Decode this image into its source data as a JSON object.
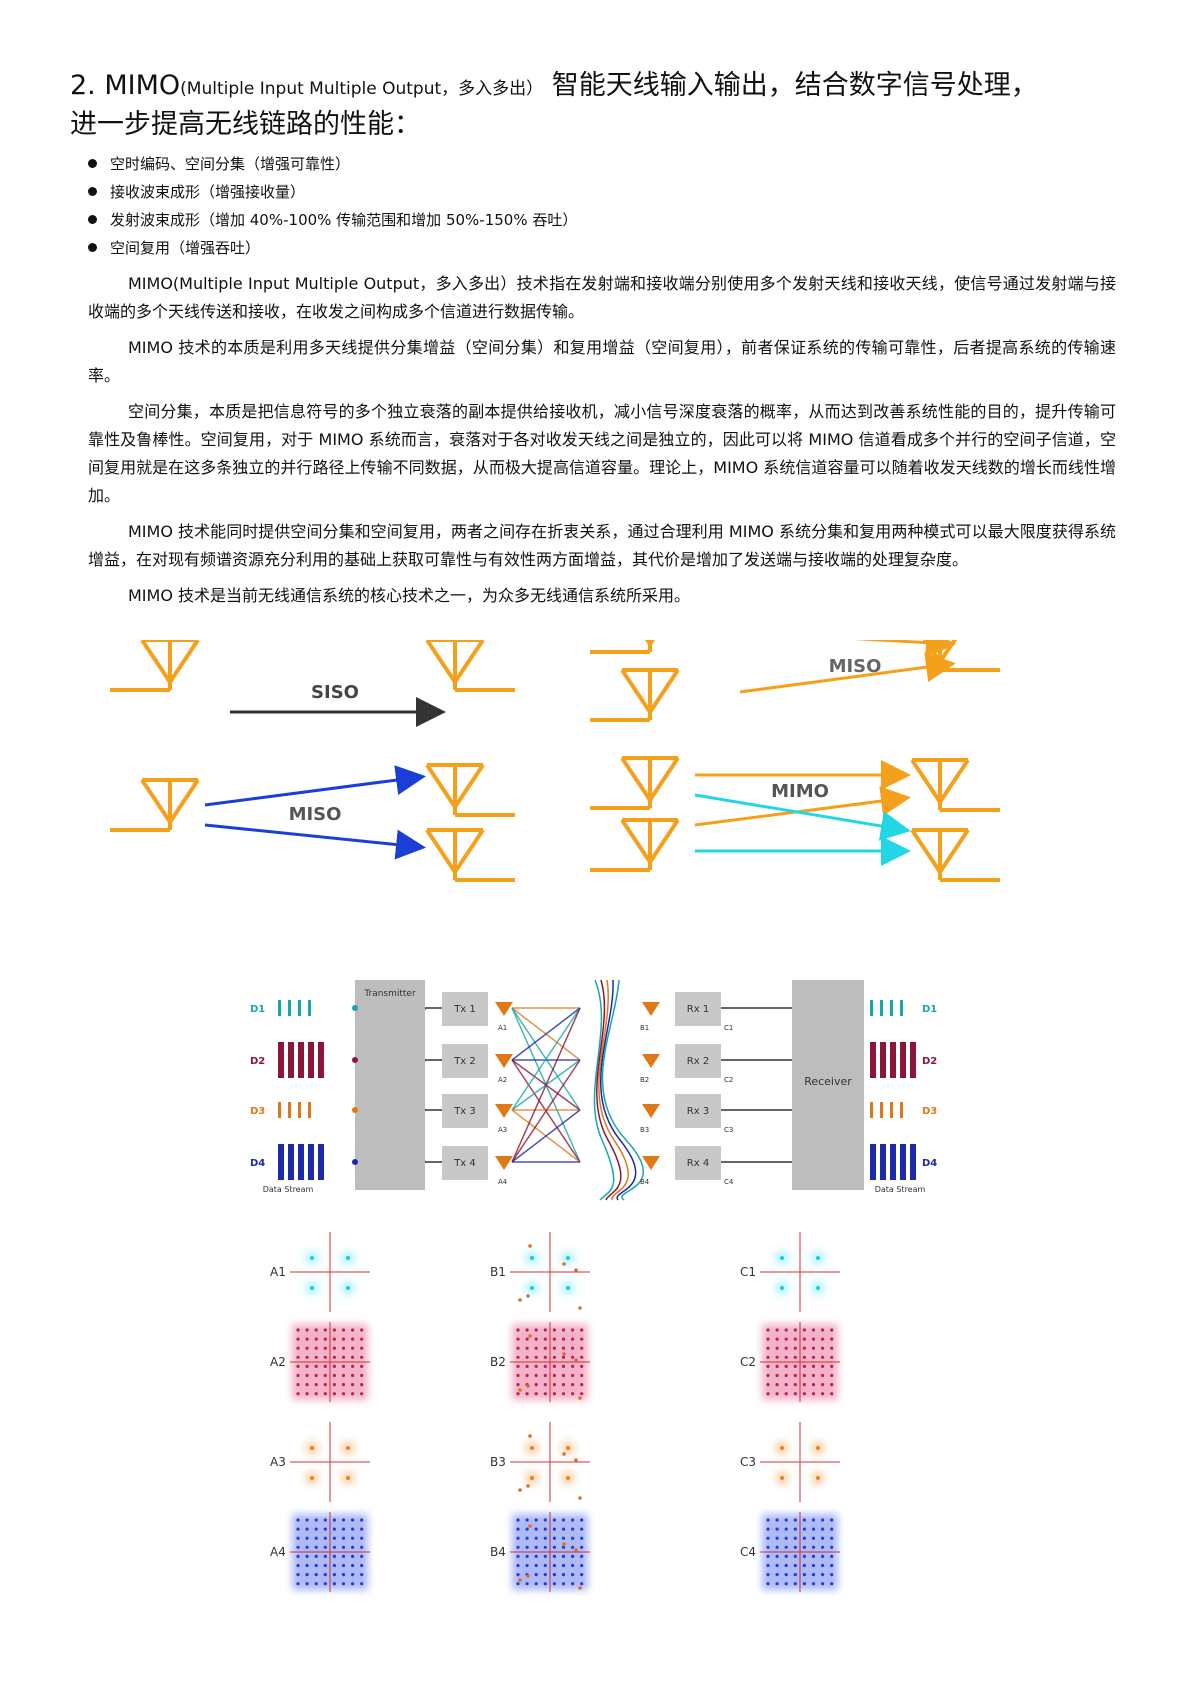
{
  "heading": {
    "number": "2.",
    "main": "MIMO",
    "paren": "(Multiple Input Multiple Output，多入多出）",
    "rest": "智能天线输入输出，结合数字信号处理，",
    "line2": "进一步提高无线链路的性能："
  },
  "bullets": [
    "空时编码、空间分集（增强可靠性）",
    "接收波束成形（增强接收量）",
    "发射波束成形（增加 40%-100% 传输范围和增加 50%-150% 吞吐）",
    "空间复用（增强吞吐）"
  ],
  "paragraphs": [
    "MIMO(Multiple Input Multiple Output，多入多出）技术指在发射端和接收端分别使用多个发射天线和接收天线，使信号通过发射端与接收端的多个天线传送和接收，在收发之间构成多个信道进行数据传输。",
    "MIMO 技术的本质是利用多天线提供分集增益（空间分集）和复用增益（空间复用），前者保证系统的传输可靠性，后者提高系统的传输速率。",
    "空间分集，本质是把信息符号的多个独立衰落的副本提供给接收机，减小信号深度衰落的概率，从而达到改善系统性能的目的，提升传输可靠性及鲁棒性。空间复用，对于 MIMO 系统而言，衰落对于各对收发天线之间是独立的，因此可以将 MIMO 信道看成多个并行的空间子信道，空间复用就是在这多条独立的并行路径上传输不同数据，从而极大提高信道容量。理论上，MIMO 系统信道容量可以随着收发天线数的增长而线性增加。",
    "MIMO 技术能同时提供空间分集和空间复用，两者之间存在折衷关系，通过合理利用 MIMO 系统分集和复用两种模式可以最大限度获得系统增益，在对现有频谱资源充分利用的基础上获取可靠性与有效性两方面增益，其代价是增加了发送端与接收端的处理复杂度。",
    "MIMO 技术是当前无线通信系统的核心技术之一，为众多无线通信系统所采用。"
  ],
  "antenna_figure": {
    "siso_label": "SISO",
    "miso_label_1": "MISO",
    "miso_label_2": "MISO",
    "mimo_label": "MIMO",
    "colors": {
      "antenna": "#f5a01a",
      "arrow_dark": "#333333",
      "arrow_blue": "#1a3fd6",
      "arrow_cyan": "#22d6e6"
    }
  },
  "mimo_figure": {
    "transmitter": "Transmitter",
    "receiver": "Receiver",
    "data_stream_left": "Data Stream",
    "data_stream_right": "Data Stream",
    "streams": [
      "D1",
      "D2",
      "D3",
      "D4"
    ],
    "tx": [
      "Tx 1",
      "Tx 2",
      "Tx 3",
      "Tx 4"
    ],
    "rx": [
      "Rx 1",
      "Rx 2",
      "Rx 3",
      "Rx 4"
    ],
    "a_labels": [
      "A1",
      "A2",
      "A3",
      "A4"
    ],
    "b_labels": [
      "B1",
      "B2",
      "B3",
      "B4"
    ],
    "c_labels": [
      "C1",
      "C2",
      "C3",
      "C4"
    ],
    "colors": {
      "d1": "#1aa6a6",
      "d2": "#8c1538",
      "d3": "#e07818",
      "d4": "#1a2aa8"
    }
  },
  "constellation_figure": {
    "rows": [
      {
        "labels": [
          "A1",
          "B1",
          "C1"
        ]
      },
      {
        "labels": [
          "A2",
          "B2",
          "C2"
        ]
      },
      {
        "labels": [
          "A3",
          "B3",
          "C3"
        ]
      },
      {
        "labels": [
          "A4",
          "B4",
          "C4"
        ]
      }
    ]
  }
}
